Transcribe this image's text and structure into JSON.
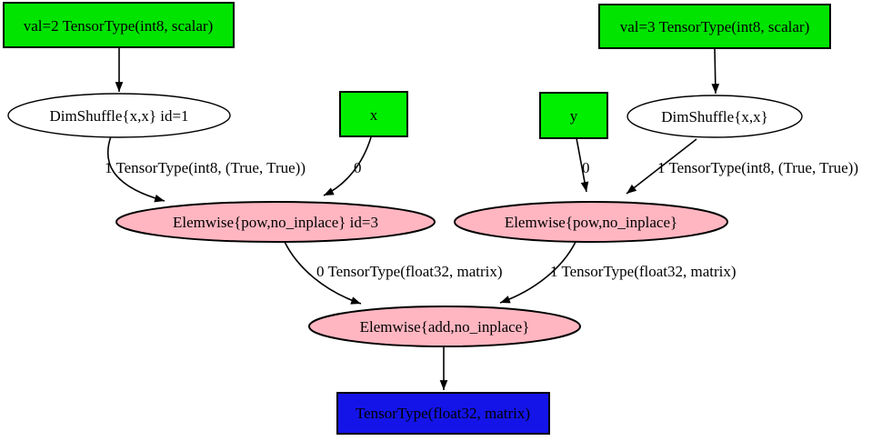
{
  "diagram": {
    "type": "computation-graph",
    "colors": {
      "input_fill": "#00e400",
      "input_fill_bright": "#00ef00",
      "apply_fill": "#ffb6c1",
      "output_fill": "#1414e8",
      "plain_fill": "#ffffff",
      "stroke": "#000000",
      "text": "#000000",
      "background": "#ffffff"
    },
    "nodes": {
      "val2": {
        "label": "val=2 TensorType(int8, scalar)",
        "shape": "box",
        "role": "constant-input"
      },
      "val3": {
        "label": "val=3 TensorType(int8, scalar)",
        "shape": "box",
        "role": "constant-input"
      },
      "dimshuffle1": {
        "label": "DimShuffle{x,x} id=1",
        "shape": "ellipse",
        "role": "apply"
      },
      "x": {
        "label": "x",
        "shape": "box",
        "role": "variable-input"
      },
      "y": {
        "label": "y",
        "shape": "box",
        "role": "variable-input"
      },
      "dimshuffle2": {
        "label": "DimShuffle{x,x}",
        "shape": "ellipse",
        "role": "apply"
      },
      "pow1": {
        "label": "Elemwise{pow,no_inplace} id=3",
        "shape": "ellipse",
        "role": "apply"
      },
      "pow2": {
        "label": "Elemwise{pow,no_inplace}",
        "shape": "ellipse",
        "role": "apply"
      },
      "add": {
        "label": "Elemwise{add,no_inplace}",
        "shape": "ellipse",
        "role": "apply"
      },
      "output": {
        "label": "TensorType(float32, matrix)",
        "shape": "box",
        "role": "output"
      }
    },
    "edge_labels": {
      "ds1_to_pow1": "1 TensorType(int8, (True, True))",
      "x_to_pow1": "0",
      "y_to_pow2": "0",
      "ds2_to_pow2": "1 TensorType(int8, (True, True))",
      "pow1_to_add": "0 TensorType(float32, matrix)",
      "pow2_to_add": "1 TensorType(float32, matrix)"
    }
  }
}
